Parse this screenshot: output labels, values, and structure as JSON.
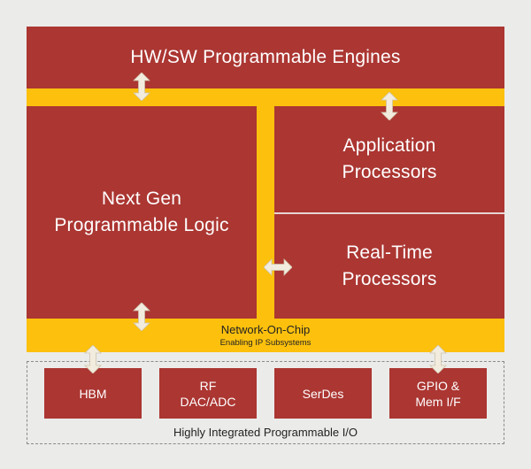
{
  "engines": {
    "label": "HW/SW Programmable Engines"
  },
  "logic": {
    "label": "Next Gen\nProgrammable Logic"
  },
  "app_processors": {
    "label": "Application\nProcessors"
  },
  "rt_processors": {
    "label": "Real-Time\nProcessors"
  },
  "noc": {
    "title": "Network-On-Chip",
    "subtitle": "Enabling IP Subsystems"
  },
  "io": {
    "caption": "Highly Integrated Programmable I/O",
    "blocks": [
      {
        "label": "HBM"
      },
      {
        "label": "RF\nDAC/ADC"
      },
      {
        "label": "SerDes"
      },
      {
        "label": "GPIO &\nMem I/F"
      }
    ]
  },
  "colors": {
    "block_red": "#ab3632",
    "noc_yellow": "#fdc10d",
    "arrow_fill": "#f2ecdf",
    "background": "#ebebe9"
  }
}
